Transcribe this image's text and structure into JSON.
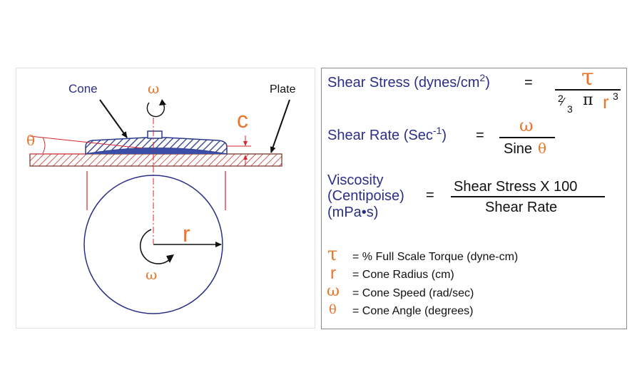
{
  "diagram": {
    "cone_label": "Cone",
    "plate_label": "Plate",
    "omega_top": "ω",
    "omega_bottom": "ω",
    "theta": "θ",
    "c_label": "c",
    "r_label": "r"
  },
  "equations": {
    "shear_stress": {
      "label": "Shear Stress (dynes/cm",
      "label_sup": "2",
      "label_close": ")",
      "equals": "=",
      "numerator": "τ",
      "den_two": "2",
      "den_slash": "⁄",
      "den_three": "3",
      "den_pi": "π",
      "den_r": "r",
      "den_r_sup": "3"
    },
    "shear_rate": {
      "label": "Shear  Rate (Sec",
      "label_sup": "-1",
      "label_close": ")",
      "equals": "=",
      "numerator": "ω",
      "den_text": "Sine",
      "den_theta": "θ"
    },
    "viscosity": {
      "line1": "Viscosity",
      "line2": "(Centipoise)",
      "line3": "(mPa•s)",
      "equals": "=",
      "numerator": "Shear Stress  X 100",
      "denominator": "Shear Rate"
    }
  },
  "legend": [
    {
      "symbol": "τ",
      "text": "= % Full Scale Torque (dyne-cm)"
    },
    {
      "symbol": "r",
      "text": "= Cone Radius (cm)"
    },
    {
      "symbol": "ω",
      "text": "= Cone Speed (rad/sec)"
    },
    {
      "symbol": "θ",
      "text": "= Cone Angle (degrees)"
    }
  ],
  "colors": {
    "navy": "#2b2f86",
    "orange": "#e8762b",
    "red": "#d8262e",
    "cone_fill": "#3b4fa8"
  }
}
